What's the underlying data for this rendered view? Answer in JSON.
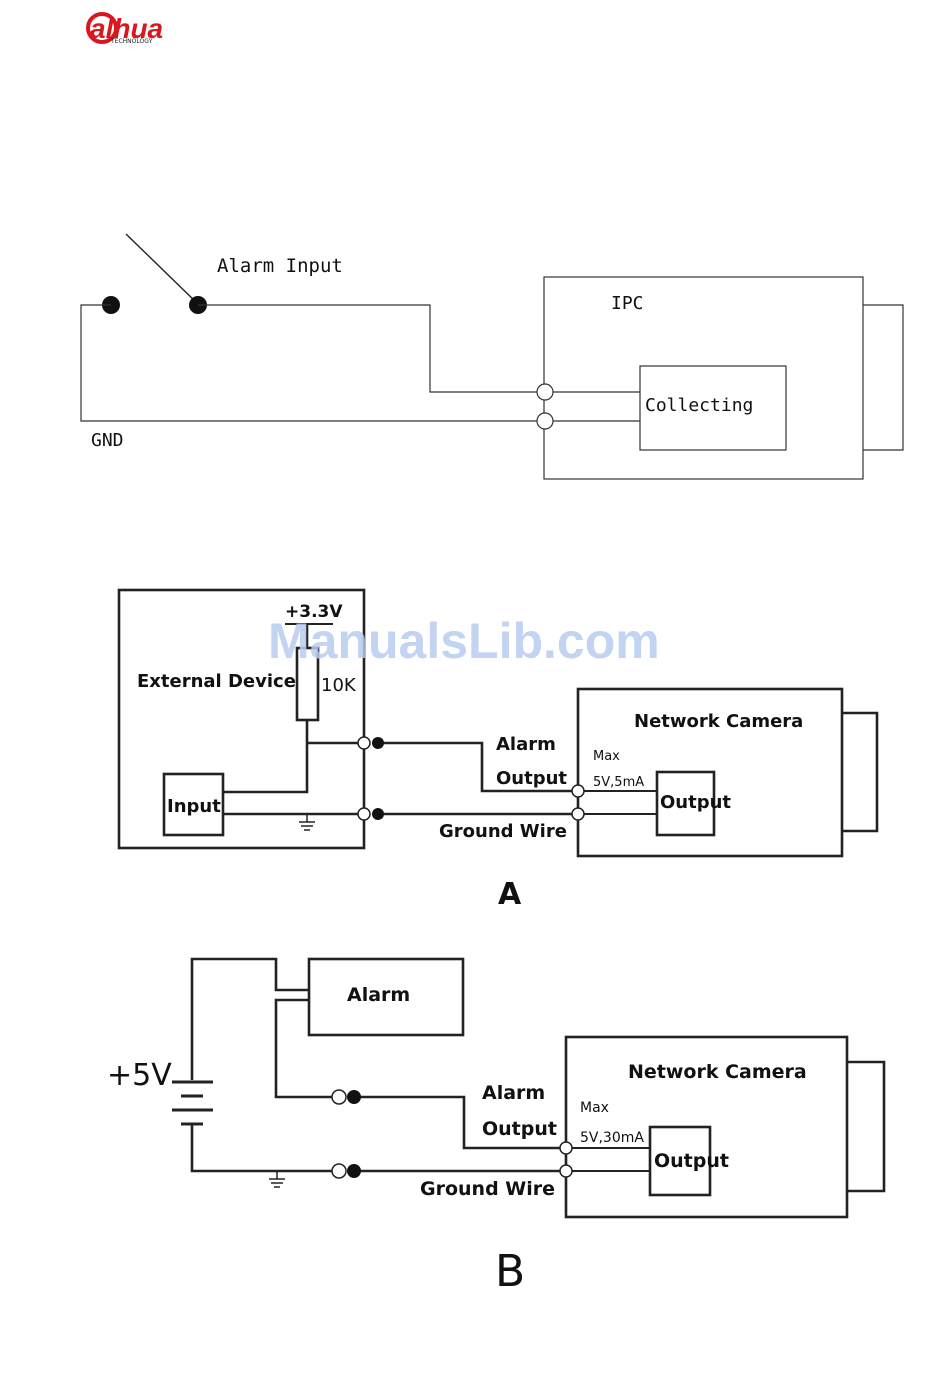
{
  "logo": {
    "brand": "alhua",
    "tagline": "TECHNOLOGY",
    "brand_color": "#d7191f",
    "text_color": "#1a1a1a"
  },
  "watermark": {
    "text": "ManualsLib.com",
    "color": "#b7cdee"
  },
  "diagram1": {
    "alarm_input_label": "Alarm Input",
    "gnd_label": "GND",
    "ipc_label": "IPC",
    "collecting_label": "Collecting"
  },
  "diagram_a": {
    "voltage_label": "+3.3V",
    "resistor_label": "10K",
    "external_device_label": "External Device",
    "input_label": "Input",
    "alarm_label": "Alarm",
    "output_label": "Output",
    "ground_wire_label": "Ground Wire",
    "network_camera_label": "Network Camera",
    "max_label": "Max",
    "rating_label": "5V,5mA",
    "camera_output_label": "Output",
    "caption": "A"
  },
  "diagram_b": {
    "voltage_label": "+5V",
    "alarm_box_label": "Alarm",
    "alarm_label": "Alarm",
    "output_label": "Output",
    "ground_wire_label": "Ground Wire",
    "network_camera_label": "Network Camera",
    "max_label": "Max",
    "rating_label": "5V,30mA",
    "camera_output_label": "Output",
    "caption": "B"
  }
}
